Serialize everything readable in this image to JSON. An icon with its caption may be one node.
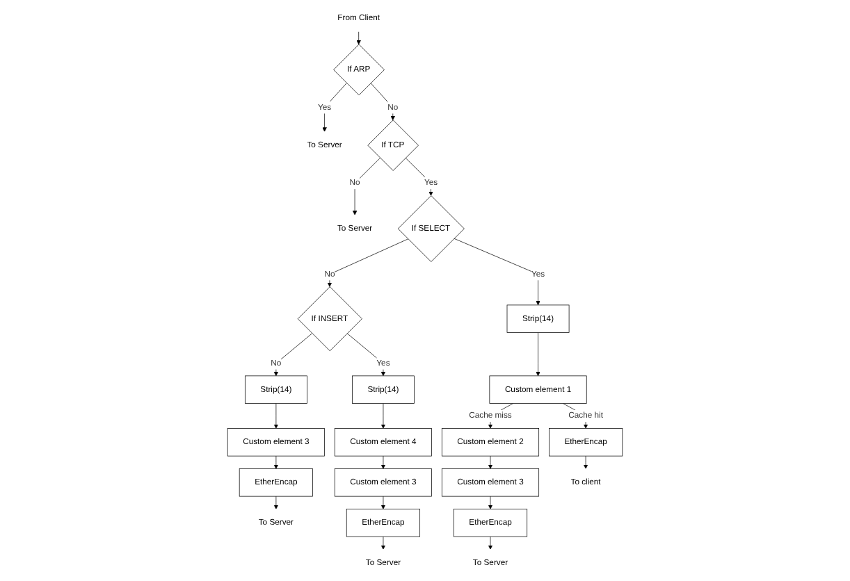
{
  "diagram": {
    "nodes": [
      {
        "text": [
          "From Client"
        ]
      },
      {
        "text": [
          "If ARP"
        ]
      },
      {
        "text": [
          "To Server"
        ]
      },
      {
        "text": [
          "If TCP"
        ]
      },
      {
        "text": [
          "To Server"
        ]
      },
      {
        "text": [
          "If SELECT"
        ]
      },
      {
        "text": [
          "If INSERT"
        ]
      },
      {
        "text": [
          "Strip(14)"
        ]
      },
      {
        "text": [
          "Strip(14)"
        ]
      },
      {
        "text": [
          "Strip(14)"
        ]
      },
      {
        "text": [
          "Custom element 3"
        ]
      },
      {
        "text": [
          "Custom element 1"
        ]
      },
      {
        "text": [
          "Custom element 2"
        ]
      },
      {
        "text": [
          "Custom element 4"
        ]
      },
      {
        "text": [
          "EtherEncap"
        ]
      },
      {
        "text": [
          "EtherEncap"
        ]
      },
      {
        "text": [
          "Custom element 3"
        ]
      },
      {
        "text": [
          "Custom element 3"
        ]
      },
      {
        "text": [
          "To Server"
        ]
      },
      {
        "text": [
          "To client"
        ]
      },
      {
        "text": [
          "EtherEncap"
        ]
      },
      {
        "text": [
          "EtherEncap"
        ]
      },
      {
        "text": [
          "To Server"
        ]
      },
      {
        "text": [
          "To Server"
        ]
      }
    ],
    "edges": [
      {
        "from": 0,
        "to": 1,
        "arrow": "to"
      },
      {
        "from": 1,
        "to": 2,
        "arrow": "to",
        "label": "Yes"
      },
      {
        "from": 1,
        "to": 3,
        "arrow": "to",
        "label": "No"
      },
      {
        "from": 3,
        "to": 4,
        "arrow": "to",
        "label": "No"
      },
      {
        "from": 3,
        "to": 5,
        "arrow": "to",
        "label": "Yes"
      },
      {
        "from": 5,
        "to": 6,
        "arrow": "to",
        "label": "No"
      },
      {
        "from": 5,
        "to": 8,
        "arrow": "to",
        "label": "Yes"
      },
      {
        "from": 6,
        "to": 7,
        "arrow": "to",
        "label": "No"
      },
      {
        "from": 6,
        "to": 9,
        "arrow": "to",
        "label": "Yes"
      },
      {
        "from": 7,
        "to": 10,
        "arrow": "to"
      },
      {
        "from": 10,
        "to": 14,
        "arrow": "to"
      },
      {
        "from": 14,
        "to": 18,
        "arrow": "to"
      },
      {
        "from": 8,
        "to": 11,
        "arrow": "to"
      },
      {
        "from": 11,
        "to": 12,
        "arrow": "to",
        "label": "Cache miss"
      },
      {
        "from": 11,
        "to": 15,
        "arrow": "to",
        "label": "Cache hit"
      },
      {
        "from": 15,
        "to": 19,
        "arrow": "to"
      },
      {
        "from": 12,
        "to": 16,
        "arrow": "to"
      },
      {
        "from": 16,
        "to": 20,
        "arrow": "to"
      },
      {
        "from": 20,
        "to": 22,
        "arrow": "to"
      },
      {
        "from": 9,
        "to": 13,
        "arrow": "to"
      },
      {
        "from": 13,
        "to": 17,
        "arrow": "to"
      },
      {
        "from": 17,
        "to": 21,
        "arrow": "to"
      },
      {
        "from": 21,
        "to": 23,
        "arrow": "to"
      }
    ]
  }
}
